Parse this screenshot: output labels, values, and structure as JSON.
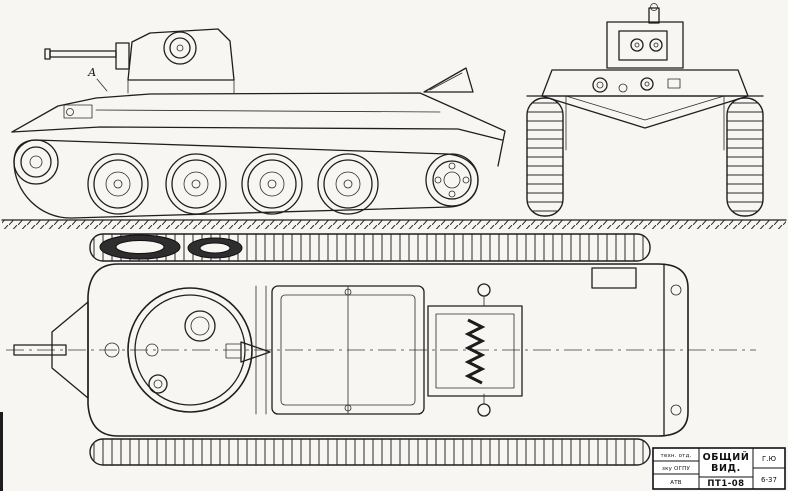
{
  "page": {
    "background": "#f7f6f2",
    "ink": "#1f1f1f"
  },
  "drawing": {
    "views": [
      "side-view",
      "front-view",
      "top-view"
    ],
    "marker_label": "А"
  },
  "title_block": {
    "org_rows": [
      "техн. отд.",
      "зку ОГПУ",
      "АТВ"
    ],
    "title_line1": "ОБЩИЙ",
    "title_line2": "ВИД.",
    "doc_number": "ПТ1-08",
    "sign_top": "Г.Ю",
    "sign_bottom": "6-37"
  }
}
